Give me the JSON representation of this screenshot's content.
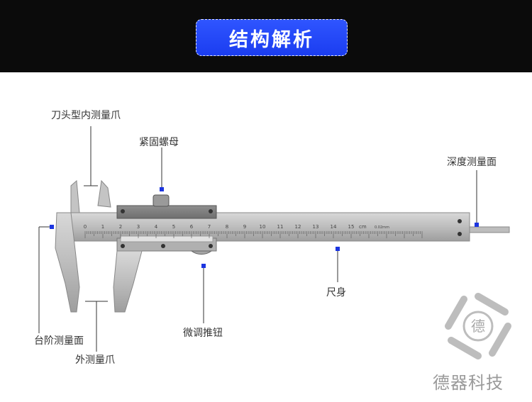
{
  "header": {
    "title": "结构解析"
  },
  "labels": {
    "inside_jaws": "刀头型内测量爪",
    "locking_screw": "紧固螺母",
    "depth_face": "深度测量面",
    "main_scale": "尺身",
    "fine_adjust": "微调推钮",
    "step_face": "台阶测量面",
    "outside_jaws": "外测量爪"
  },
  "scale": {
    "ticks": [
      "0",
      "1",
      "2",
      "3",
      "4",
      "5",
      "6",
      "7",
      "8",
      "9",
      "10",
      "11",
      "12",
      "13",
      "14",
      "15"
    ],
    "unit": "cm",
    "resolution": "0.02mm"
  },
  "brand": {
    "name": "德器科技",
    "logo_char": "德",
    "color": "#9a9a9a"
  },
  "colors": {
    "marker": "#1c35e0",
    "title_bg": "#1b3df0",
    "header_bg": "#0b0b0b"
  }
}
